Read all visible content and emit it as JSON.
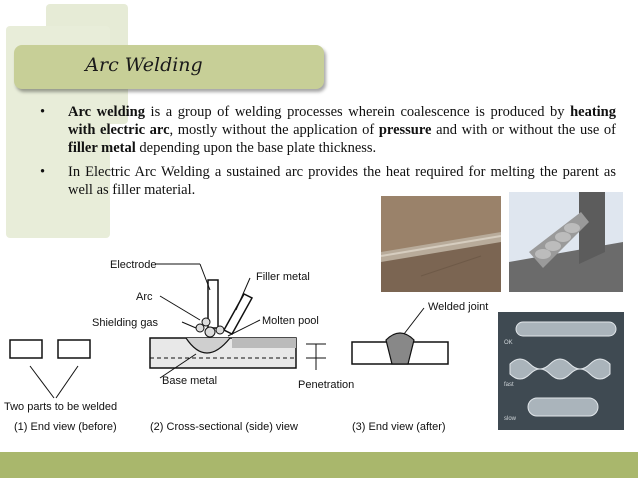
{
  "slide": {
    "title": "Arc Welding",
    "bullets": [
      {
        "parts": [
          {
            "text": "Arc welding",
            "bold": true
          },
          {
            "text": " is a group of welding processes wherein coalescence is produced by ",
            "bold": false
          },
          {
            "text": "heating with electric arc",
            "bold": true
          },
          {
            "text": ", mostly without the application of ",
            "bold": false
          },
          {
            "text": "pressure",
            "bold": true
          },
          {
            "text": " and with or without the use of ",
            "bold": false
          },
          {
            "text": "filler metal",
            "bold": true
          },
          {
            "text": " depending upon the base plate thickness.",
            "bold": false
          }
        ]
      },
      {
        "parts": [
          {
            "text": "In Electric Arc Welding a sustained arc provides the heat required for melting the parent as well as filler material.",
            "bold": false
          }
        ]
      }
    ],
    "bullet_char": "•"
  },
  "diagram": {
    "labels": {
      "electrode": "Electrode",
      "filler_metal": "Filler metal",
      "arc": "Arc",
      "shielding_gas": "Shielding gas",
      "molten_pool": "Molten pool",
      "welded_joint": "Welded joint",
      "base_metal": "Base metal",
      "penetration": "Penetration",
      "two_parts": "Two parts to be welded",
      "caption1": "(1) End view (before)",
      "caption2": "(2) Cross-sectional (side) view",
      "caption3": "(3) End view (after)"
    }
  },
  "photo_labels": {
    "ok": "OK",
    "fast": "fast",
    "slow": "slow"
  },
  "colors": {
    "title_bar": "#c7cf97",
    "bottom_bar": "#a9b76c",
    "deco": "#e6ebd6"
  }
}
